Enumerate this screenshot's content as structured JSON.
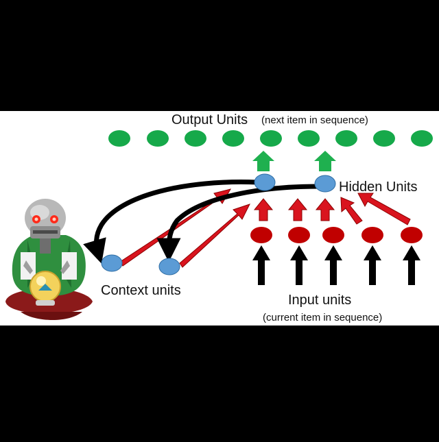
{
  "diagram": {
    "output_title": "Output Units",
    "output_subtitle": "(next item in sequence)",
    "hidden_label": "Hidden Units",
    "context_label": "Context units",
    "input_label": "Input units",
    "input_subtitle": "(current item in sequence)"
  },
  "colors": {
    "background_band": "#ffffff",
    "frame": "#000000",
    "output_unit": "#16a94a",
    "hidden_unit": "#5b9bd5",
    "context_unit": "#5b9bd5",
    "input_unit": "#c00000",
    "red_arrow": "#d9141e",
    "green_arrow": "#1fb04f",
    "black_arrow": "#000000"
  },
  "illustration": {
    "icon": "robot-skull-fortune-teller-icon"
  }
}
